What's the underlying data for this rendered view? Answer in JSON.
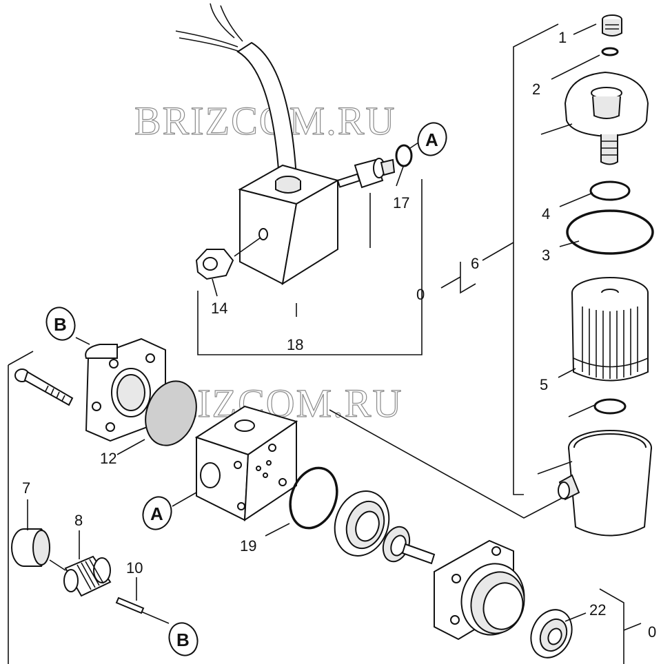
{
  "watermarks": [
    "BRIZCOM.RU",
    "BRIZCOM.RU"
  ],
  "callouts": {
    "c1": "1",
    "c2": "2",
    "c3": "3",
    "c4": "4",
    "c5": "5",
    "c6": "6",
    "c0a": "0",
    "c0b": "0",
    "c7": "7",
    "c8": "8",
    "c10": "10",
    "c12": "12",
    "c14": "14",
    "c17": "17",
    "c18": "18",
    "c19": "19",
    "c22": "22"
  },
  "badges": {
    "a_top": "A",
    "a_left": "A",
    "b_top": "B",
    "b_bottom": "B"
  }
}
